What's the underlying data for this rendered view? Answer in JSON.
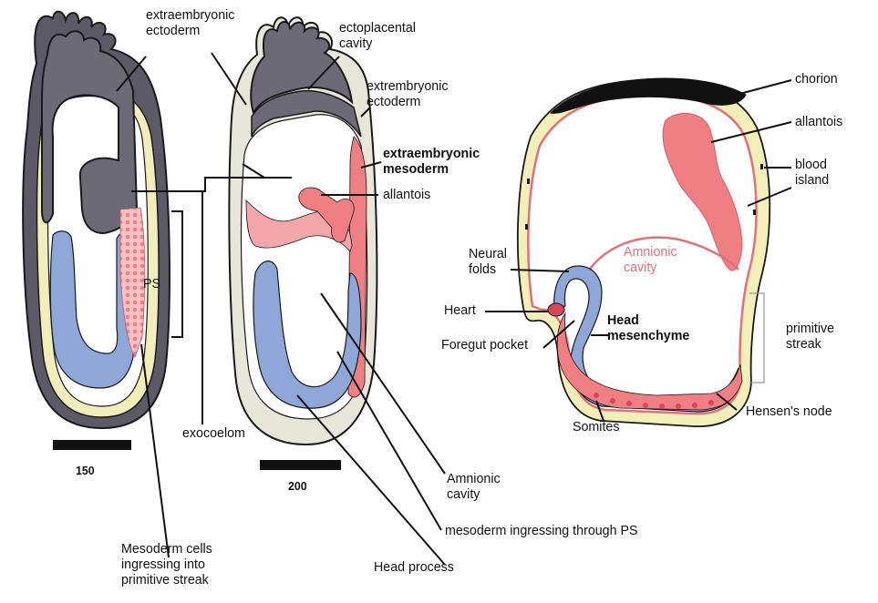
{
  "colors": {
    "ectoderm_gray": "#6d6a78",
    "epiblast_blue": "#8fa6d8",
    "mesoderm_pink": "#f07f84",
    "yellow_layer": "#f2efb8",
    "outline": "#1a1a1a",
    "chorion_black": "#111111"
  },
  "labels": {
    "extraembryonic_ectoderm_1": [
      "extraembryonic",
      "ectoderm"
    ],
    "ectoplacental_cavity": [
      "ectoplacental",
      "cavity"
    ],
    "extrembryonic_ectoderm_2": [
      "extrembryonic",
      "ectoderm"
    ],
    "extraembryonic_mesoderm": [
      "extraembryonic",
      "mesoderm"
    ],
    "allantois_left": "allantois",
    "ps": "PS",
    "exocoelom": "exocoelom",
    "scale_150": "150",
    "scale_200": "200",
    "amnionic_cavity_left": [
      "Amnionic",
      "cavity"
    ],
    "mesoderm_ingressing_ps": "mesoderm ingressing through PS",
    "head_process": "Head process",
    "mesoderm_cells": [
      "Mesoderm cells",
      "ingressing into",
      "primitive streak"
    ],
    "chorion": "chorion",
    "allantois_right": "allantois",
    "blood_island": [
      "blood",
      "island"
    ],
    "amnionic_cavity_right": [
      "Amnionic",
      "cavity"
    ],
    "neural_folds": [
      "Neural",
      "folds"
    ],
    "heart": "Heart",
    "head_mesenchyme": [
      "Head",
      "mesenchyme"
    ],
    "foregut_pocket": "Foregut pocket",
    "primitive_streak": [
      "primitive",
      "streak"
    ],
    "somites": "Somites",
    "hensens_node": "Hensen's node"
  }
}
